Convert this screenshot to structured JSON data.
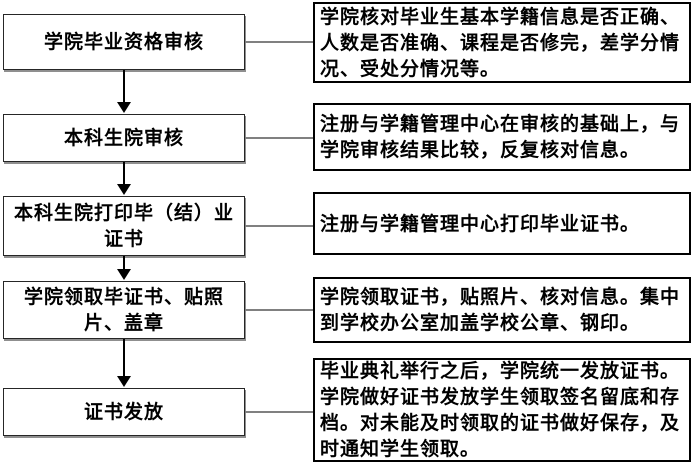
{
  "flowchart": {
    "title": "graduation-certificate-issuing-process",
    "colors": {
      "background": "#ffffff",
      "left_box_border": "#262626",
      "left_box_shadow": "#8f8f8f",
      "right_box_border": "#000000",
      "connector_line": "#808080",
      "arrow": "#000000",
      "text": "#000000"
    },
    "steps": [
      {
        "box_label": "学院毕业资格审核",
        "description": "学院核对毕业生基本学籍信息是否正确、人数是否准确、课程是否修完，差学分情况、受处分情况等。"
      },
      {
        "box_label": "本科生院审核",
        "description": "注册与学籍管理中心在审核的基础上，与学院审核结果比较，反复核对信息。"
      },
      {
        "box_label": "本科生院打印毕（结）业证书",
        "description": "注册与学籍管理中心打印毕业证书。"
      },
      {
        "box_label": "学院领取毕证书、贴照片、盖章",
        "description": "学院领取证书，贴照片、核对信息。集中到学校办公室加盖学校公章、钢印。"
      },
      {
        "box_label": "证书发放",
        "description": "毕业典礼举行之后，学院统一发放证书。学院做好证书发放学生领取签名留底和存档。对未能及时领取的证书做好保存，及时通知学生领取。"
      }
    ]
  }
}
